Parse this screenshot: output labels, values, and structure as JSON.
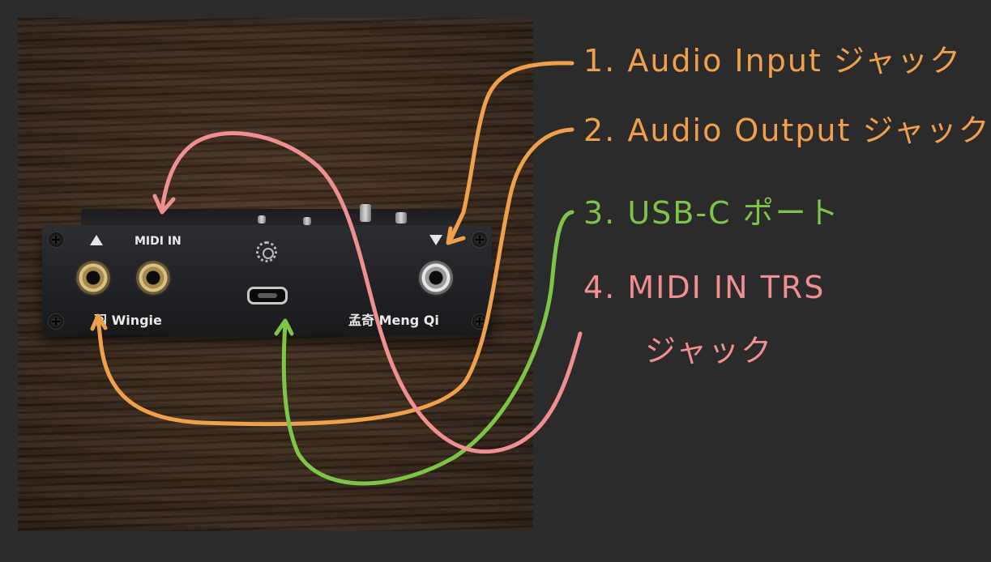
{
  "device": {
    "midi_in_label": "MIDI IN",
    "left_brand": "羽 Wingie",
    "right_brand": "孟奇 Meng Qi"
  },
  "annotations": {
    "item1": "1. Audio Input ジャック",
    "item2": "2. Audio Output ジャック",
    "item3": "3. USB-C ポート",
    "item4_line1": "4. MIDI IN TRS",
    "item4_line2": "ジャック"
  },
  "colors": {
    "background": "#2b2b2b",
    "orange": "#f0a04a",
    "green": "#7cc547",
    "pink": "#ef8f8f"
  }
}
